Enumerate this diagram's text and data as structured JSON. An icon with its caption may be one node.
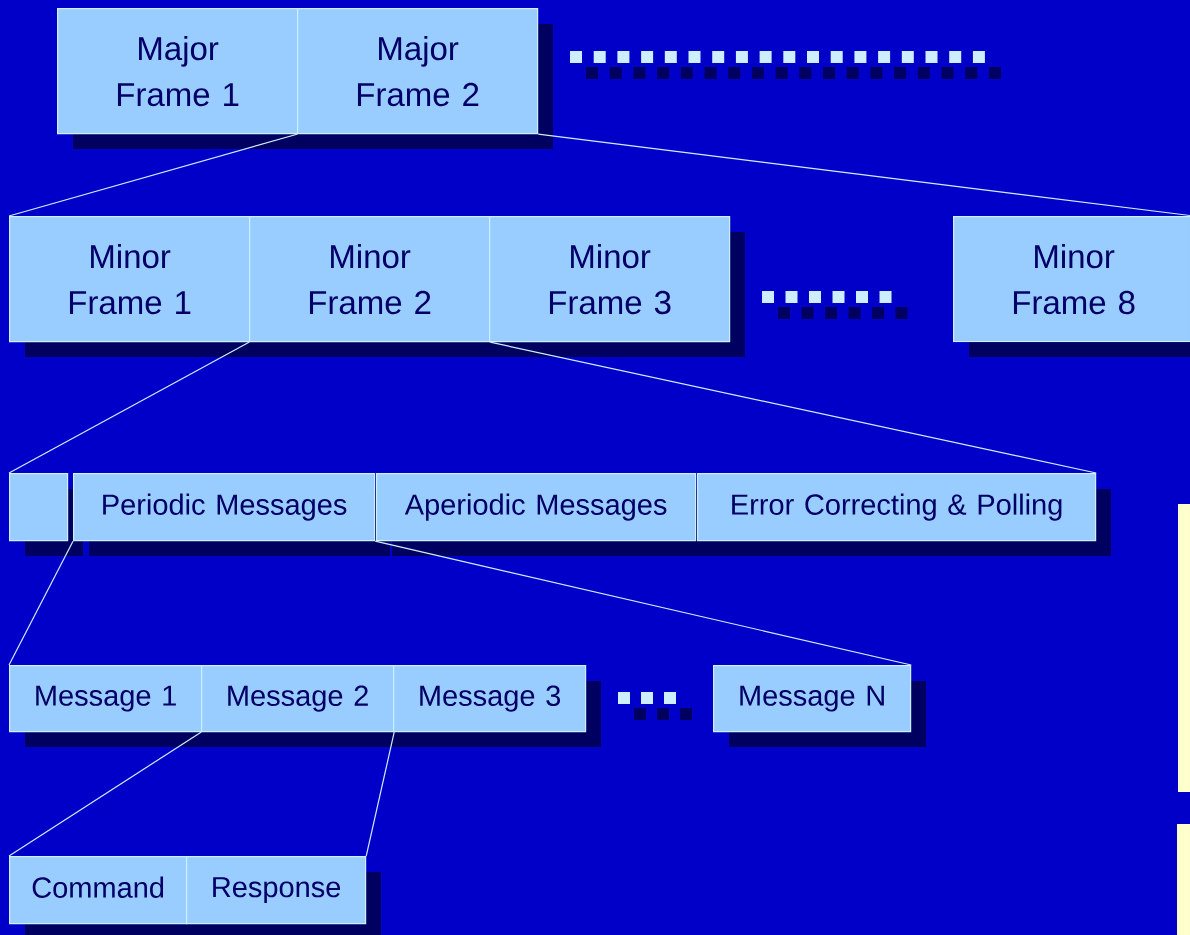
{
  "diagram": {
    "nodes": [
      {
        "text": [
          "Major Frame 1"
        ]
      },
      {
        "text": [
          "Major Frame 2"
        ]
      },
      {
        "text": [
          "Minor Frame 1"
        ]
      },
      {
        "text": [
          "Minor Frame 2"
        ]
      },
      {
        "text": [
          "Minor Frame 3"
        ]
      },
      {
        "text": [
          "Minor Frame 8"
        ]
      },
      {
        "text": [],
        "shape": "box"
      },
      {
        "text": [
          "Periodic Messages"
        ]
      },
      {
        "text": [
          "Aperiodic Messages"
        ]
      },
      {
        "text": [
          "Error Correcting & Polling"
        ]
      },
      {
        "text": [
          "Message 1"
        ]
      },
      {
        "text": [
          "Message 2"
        ]
      },
      {
        "text": [
          "Message 3"
        ]
      },
      {
        "text": [
          "Message N"
        ]
      },
      {
        "text": [
          "Command"
        ]
      },
      {
        "text": [
          "Response"
        ]
      }
    ],
    "edges": [
      {
        "from": 1,
        "to": 2,
        "arrow": "none"
      },
      {
        "from": 1,
        "to": 5,
        "arrow": "none"
      },
      {
        "from": 3,
        "to": 6,
        "arrow": "none"
      },
      {
        "from": 3,
        "to": 9,
        "arrow": "none"
      },
      {
        "from": 7,
        "to": 10,
        "arrow": "none"
      },
      {
        "from": 7,
        "to": 13,
        "arrow": "none"
      },
      {
        "from": 11,
        "to": 14,
        "arrow": "none"
      },
      {
        "from": 11,
        "to": 15,
        "arrow": "none"
      }
    ]
  }
}
